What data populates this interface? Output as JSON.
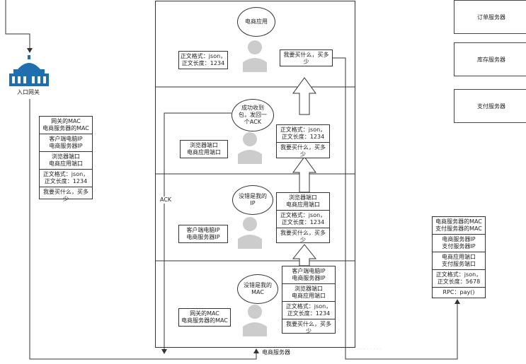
{
  "entry_gateway": {
    "label": "入口网关"
  },
  "ecommerce_server": {
    "label": "电商服务器"
  },
  "ack_label": "ACK",
  "left_packet": [
    "网关的MAC\n电商服务器的MAC",
    "客户端电脑IP\n电商服务器IP",
    "浏览器端口\n电商应用端口",
    "正文格式：json，\n正文长度：1234",
    "我要买什么，买多\n少"
  ],
  "right_servers": [
    "订单服务器",
    "库存服务器",
    "支付服务器"
  ],
  "rpc_packet": [
    "电商服务器的MAC\n支付服务器的MAC",
    "电商服务器IP\n支付服务器IP",
    "电商应用端口\n支付服务端口",
    "正文格式：json，\n正文长度：5678",
    "RPC：pay()"
  ],
  "layers": {
    "app": {
      "bubble": "电商应用",
      "side_label": "正文格式：json，\n正文长度：1234",
      "packet": [
        "我要买什么，买多\n少"
      ]
    },
    "transport": {
      "bubble": "成功收到\n包，发回一\n个ACK",
      "side_label": "浏览器端口\n电商应用端口",
      "packet": [
        "正文格式：json，\n正文长度：1234",
        "我要买什么，买多\n少"
      ]
    },
    "network": {
      "bubble": "没错是我的\nIP",
      "side_label": "客户端电脑IP\n电商服务器IP",
      "packet": [
        "浏览器端口\n电商应用端口",
        "正文格式：json，\n正文长度：1234",
        "我要买什么，买多\n少"
      ]
    },
    "link": {
      "bubble": "没错是我的\nMAC",
      "side_label": "网关的MAC\n电商服务器的MAC",
      "packet": [
        "客户端电脑IP\n电商服务器IP",
        "浏览器端口\n电商应用端口",
        "正文格式：json，\n正文长度：1234",
        "我要买什么，买多\n少"
      ]
    }
  }
}
